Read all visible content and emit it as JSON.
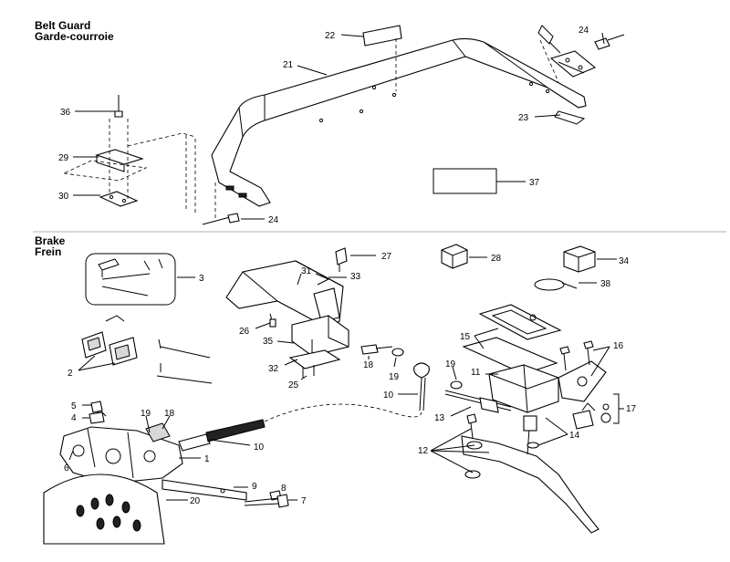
{
  "sections": {
    "belt_guard": {
      "title_en": "Belt Guard",
      "title_fr": "Garde-courroie"
    },
    "brake": {
      "title_en": "Brake",
      "title_fr": "Frein"
    }
  },
  "callouts": {
    "c22": "22",
    "c21": "21",
    "c24a": "24",
    "c23": "23",
    "c36": "36",
    "c29": "29",
    "c30": "30",
    "c24b": "24",
    "c37": "37",
    "c27": "27",
    "c28": "28",
    "c34": "34",
    "c3": "3",
    "c31": "31",
    "c33": "33",
    "c38": "38",
    "c26": "26",
    "c35": "35",
    "c32": "32",
    "c25": "25",
    "c2": "2",
    "c18a": "18",
    "c19a": "19",
    "c19b": "19",
    "c11": "11",
    "c15": "15",
    "c16": "16",
    "c10a": "10",
    "c13": "13",
    "c17": "17",
    "c14": "14",
    "c12": "12",
    "c5": "5",
    "c4": "4",
    "c19c": "19",
    "c18b": "18",
    "c10b": "10",
    "c1": "1",
    "c6": "6",
    "c9": "9",
    "c8": "8",
    "c20": "20",
    "c7": "7"
  }
}
